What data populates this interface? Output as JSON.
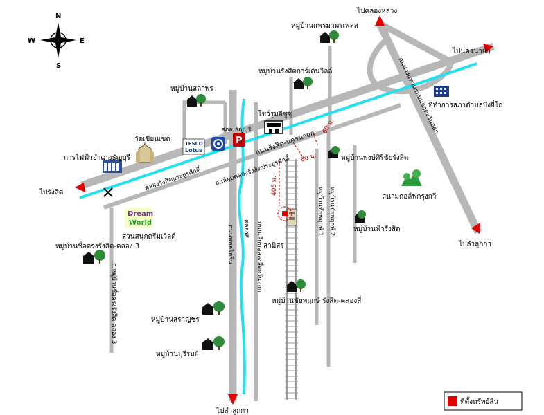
{
  "compass": {
    "north": "N",
    "south": "S",
    "east": "E",
    "west": "W"
  },
  "colors": {
    "road": "#b7b7b7",
    "canal": "#22e0f0",
    "arrow": "#e00000",
    "property": "#e00000",
    "tree": "#2e8b3a",
    "house": "#111111"
  },
  "roads": {
    "main_road": "ถนนรังสิต-นครนายก",
    "rangsit_canal_road": "ถ.เลียบคลองรังสิตประยูรศักดิ์",
    "canal_label": "คลองรังสิตประยูรศักดิ์",
    "klong_si": "คลองสี่",
    "paholyothin": "ถนนพหลโยธิน",
    "liab_klong_si": "ถนนเลียบคลองสี่ตะวันออก",
    "soi_chuem_trong": "ถ.หมู่บ้านชื่อตรงรังสิต-คลอง 3",
    "soi_1": "หมู่บ้านชัยพฤกษ์ 1",
    "soi_2": "หมู่บ้านชัยพฤกษ์ 2",
    "bypass": "ถนนวงแหวนรอบนอกตะวันออก"
  },
  "directions": {
    "to_klong_luang": "ไปคลองหลวง",
    "to_nakhon_nayok": "ไปนครนายก",
    "to_rangsit": "ไปรังสิต",
    "to_lam_luk_ka_right": "ไปลำลูกกา",
    "to_lam_luk_ka_bottom": "ไปลำลูกกา"
  },
  "places": {
    "phraemaphon": "หมู่บ้านแพรมาพรเพลส",
    "rangsit_garden": "หมู่บ้านรังสิตการ์เด้นวิลล์",
    "sathaporn": "หมู่บ้านสถาพร",
    "showroom": "โชว์รูมอีซูซุ",
    "bung_yitho": "ที่ทำการสภาตำบลบึงยี่โถ",
    "wat": "วัดเขียนเขต",
    "tesco_line1": "TESCO",
    "tesco_line2": "Lotus",
    "post": "สภอ.ธัญบุรี",
    "electricity": "การไฟฟ้าอำเภอธัญบุรี",
    "phongsiri": "หมู่บ้านพงษ์ศิริชัยรังสิต",
    "golf": "สนามกอล์ฟกรุงกวี",
    "dream_world_line1": "Dream",
    "dream_world_line2": "World",
    "dream_world": "สวนสนุกดรีมเวิลด์",
    "chuem_trong": "หมู่บ้านชื่อตรงรังสิต-คลอง 3",
    "fah_rangsit": "หมู่บ้านฟ้ารังสิต",
    "samisorn": "สามิสร",
    "chaiyaphruek": "หมู่บ้านชัยพฤกษ์ รังสิต-คลองสี่",
    "saranchon": "หมู่บ้านสราญชร",
    "burirom": "หมู่บ้านบุรีรมย์"
  },
  "distances": {
    "d1": "60 ม.",
    "d2": "60 ม.",
    "d3": "405 ม."
  },
  "legend": {
    "label": "ที่ตั้งทรัพย์สิน"
  }
}
